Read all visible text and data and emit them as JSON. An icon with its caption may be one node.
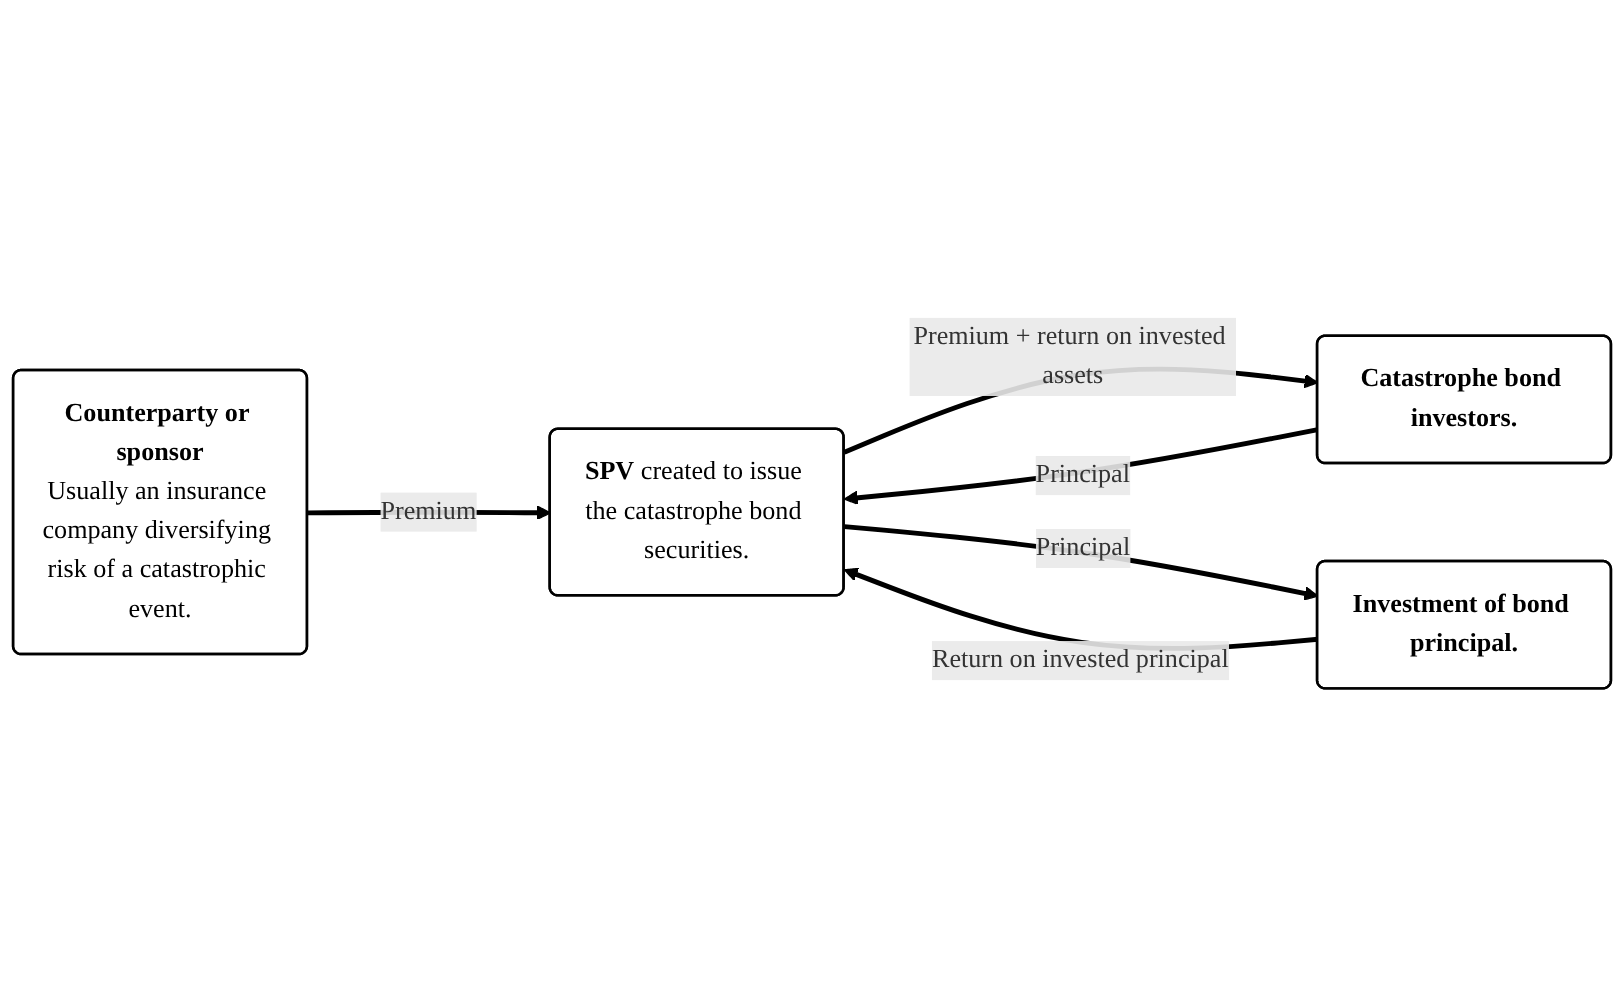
{
  "diagram": {
    "nodes": [
      {
        "text": [
          "Counterparty or sponsor",
          "Usually an insurance company diversifying risk of a catastrophic event."
        ]
      },
      {
        "text": [
          "**SPV** created to issue the catastrophe bond securities."
        ]
      },
      {
        "text": [
          "Catastrophe bond investors."
        ]
      },
      {
        "text": [
          "Investment of bond principal."
        ]
      }
    ],
    "edges": [
      {
        "from": 0,
        "to": 1,
        "arrow": "to",
        "label": "Premium"
      },
      {
        "from": 2,
        "to": 1,
        "arrow": "to",
        "label": "Principal"
      },
      {
        "from": 1,
        "to": 2,
        "arrow": "to",
        "label": "Premium + return on invested assets"
      },
      {
        "from": 1,
        "to": 3,
        "arrow": "to",
        "label": "Principal"
      },
      {
        "from": 3,
        "to": 1,
        "arrow": "to",
        "label": "Return on invested principal"
      }
    ]
  }
}
